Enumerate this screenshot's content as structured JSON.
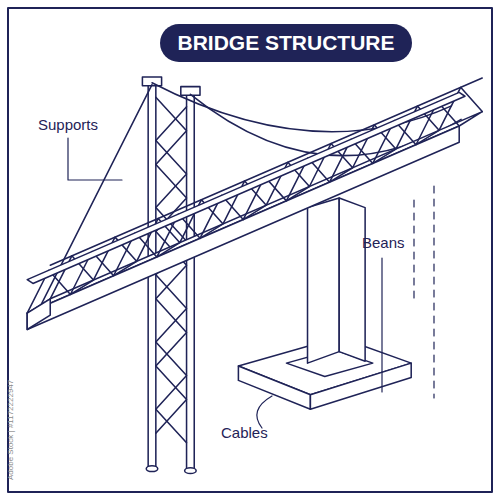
{
  "diagram": {
    "title": "BRIDGE STRUCTURE",
    "labels": [
      "Supports",
      "Beans",
      "Cables",
      "Adobe Stock | #1172222947"
    ]
  }
}
